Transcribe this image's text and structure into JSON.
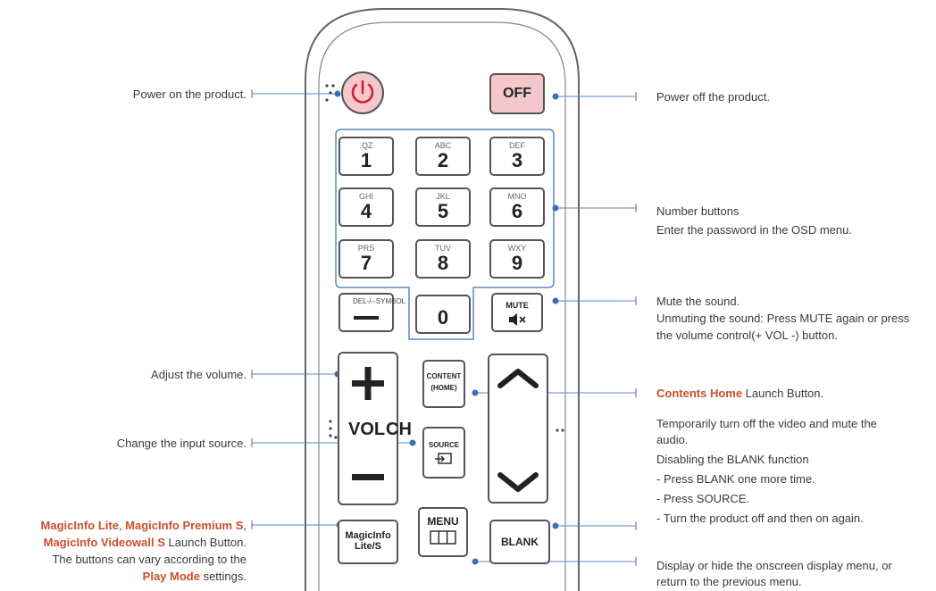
{
  "power_label": "Power on the product.",
  "off_label": "Power off the product.",
  "number_label": [
    "Number buttons",
    "Enter the password in the OSD menu."
  ],
  "mute_label": [
    "Mute the sound.",
    "Unmuting the sound: Press MUTE again or press",
    "the volume control(+ VOL -) button."
  ],
  "volume_label": "Adjust the volume.",
  "content_label": {
    "hl": "Contents Home",
    "rest": " Launch Button."
  },
  "source_label": "Change the input source.",
  "blank_label": [
    "Temporarily turn off the video and mute the",
    "audio.",
    "Disabling the BLANK function",
    "- Press BLANK one more time.",
    "- Press SOURCE.",
    "- Turn the product off and then on again."
  ],
  "magicinfo_label": {
    "hl1": "MagicInfo Lite",
    "sep1": ", ",
    "hl2": "MagicInfo Premium S",
    "sep2": ",",
    "hl3": "MagicInfo Videowall S",
    "rest3": " Launch Button.",
    "line4": "The buttons can vary according to the",
    "hl5": "Play Mode",
    "rest5": " settings."
  },
  "menu_label": [
    "Display or hide the onscreen display menu, or",
    "return to the previous menu."
  ],
  "buttons": {
    "off": "OFF",
    "numbers": [
      {
        "sub": ".QZ",
        "num": "1"
      },
      {
        "sub": "ABC",
        "num": "2"
      },
      {
        "sub": "DEF",
        "num": "3"
      },
      {
        "sub": "GHI",
        "num": "4"
      },
      {
        "sub": "JKL",
        "num": "5"
      },
      {
        "sub": "MNO",
        "num": "6"
      },
      {
        "sub": "PRS",
        "num": "7"
      },
      {
        "sub": "TUV",
        "num": "8"
      },
      {
        "sub": "WXY",
        "num": "9"
      }
    ],
    "zero": "0",
    "del": "DEL-/--SYMBOL",
    "mute": "MUTE",
    "content": [
      "CONTENT",
      "(HOME)"
    ],
    "source": "SOURCE",
    "vol": "VOL",
    "ch": "CH",
    "magicinfo": [
      "MagicInfo",
      "Lite/S"
    ],
    "menu": "MENU",
    "blank": "BLANK"
  }
}
